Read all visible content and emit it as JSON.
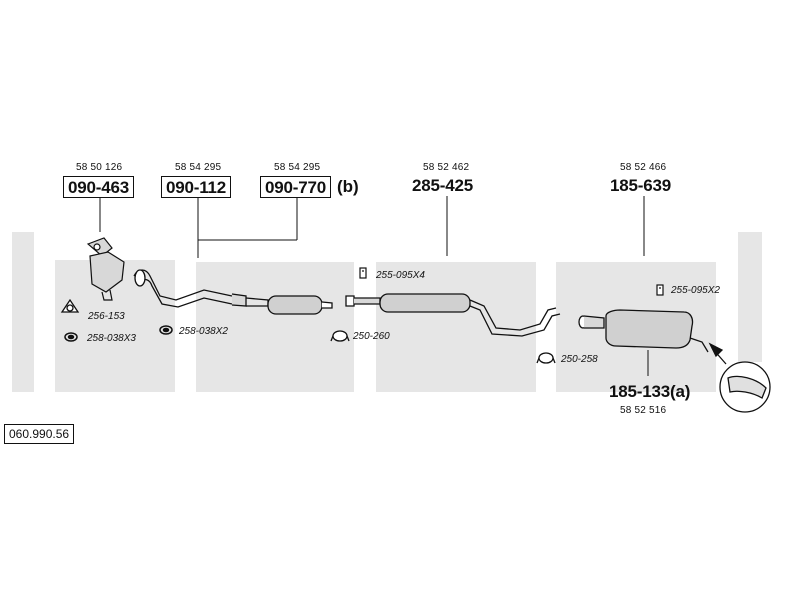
{
  "parts": [
    {
      "oe": "58 50 126",
      "part_no": "090-463",
      "suffix": ""
    },
    {
      "oe": "58 54 295",
      "part_no": "090-112",
      "suffix": ""
    },
    {
      "oe": "58 54 295",
      "part_no": "090-770",
      "suffix": "(b)"
    },
    {
      "oe": "58 52 462",
      "part_no": "285-425",
      "suffix": ""
    },
    {
      "oe": "58 52 466",
      "part_no": "185-639",
      "suffix": ""
    },
    {
      "oe": "58 52 516",
      "part_no": "185-133(a)",
      "suffix": ""
    }
  ],
  "accessories": [
    {
      "code": "256-153",
      "icon": "gasket-icon"
    },
    {
      "code": "258-038X3",
      "icon": "rubber-ring-icon"
    },
    {
      "code": "258-038X2",
      "icon": "rubber-ring-icon"
    },
    {
      "code": "255-095X4",
      "icon": "bolt-icon"
    },
    {
      "code": "250-260",
      "icon": "clamp-icon"
    },
    {
      "code": "255-095X2",
      "icon": "bolt-icon"
    },
    {
      "code": "250-258",
      "icon": "clamp-icon"
    }
  ],
  "diagram_id": "060.990.56",
  "colors": {
    "band": "#e6e6e6",
    "line": "#111111",
    "part": "#d0d0d0"
  }
}
